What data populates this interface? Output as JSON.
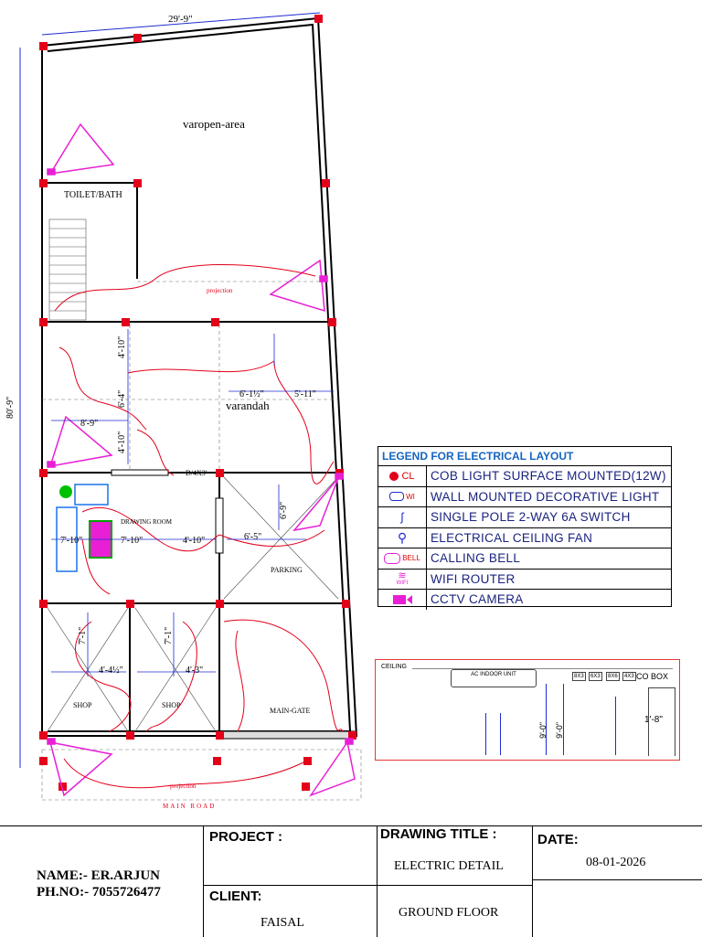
{
  "plan": {
    "width_dim": "29'-9\"",
    "height_dim": "80'-9\"",
    "rooms": {
      "open_area": "varopen-area",
      "toilet": "TOILET/BATH",
      "varandah": "varandah",
      "drawing_room": "DRAWING ROOM",
      "parking": "PARKING",
      "shop1": "SHOP",
      "shop2": "SHOP",
      "main_gate": "MAIN-GATE",
      "main_road": "MAIN ROAD",
      "projection_top": "projection",
      "projection_bottom": "projection"
    },
    "dims": {
      "d1": "4'-10\"",
      "d2": "6'-4\"",
      "d3": "4'-10\"",
      "d4": "8'-9\"",
      "d5": "6'-1½\"",
      "d6": "5'-11\"",
      "d7": "D/4X3'",
      "d8": "6'-9\"",
      "d9": "6'-5\"",
      "d10": "7'-10\"",
      "d11": "7'-10\"",
      "d12": "4'-10\"",
      "d13": "7'-1\"",
      "d14": "4'-4½\"",
      "d15": "7'-1\"",
      "d16": "4'-3\""
    }
  },
  "legend": {
    "title": "LEGEND FOR ELECTRICAL LAYOUT",
    "items": [
      {
        "icon": "cob-light-icon",
        "tag": "CL",
        "label": "COB LIGHT SURFACE MOUNTED(12W)"
      },
      {
        "icon": "wall-light-icon",
        "tag": "WI",
        "label": "WALL MOUNTED DECORATIVE LIGHT"
      },
      {
        "icon": "switch-icon",
        "tag": "",
        "label": "SINGLE POLE 2-WAY 6A SWITCH"
      },
      {
        "icon": "ceiling-fan-icon",
        "tag": "",
        "label": "ELECTRICAL CEILING FAN"
      },
      {
        "icon": "bell-icon",
        "tag": "BELL",
        "label": "CALLING BELL"
      },
      {
        "icon": "wifi-icon",
        "tag": "WIFI",
        "label": "WIFI ROUTER"
      },
      {
        "icon": "cctv-icon",
        "tag": "",
        "label": "CCTV CAMERA"
      }
    ]
  },
  "ac_detail": {
    "ceiling": "CEILING",
    "ac_unit": "AC INDOOR UNIT",
    "boxes": [
      "8X3",
      "6X3",
      "8X6",
      "4X3"
    ],
    "co_box": "CO BOX",
    "heights": [
      "9'-0\"",
      "9'-0\"",
      "1'-8\""
    ]
  },
  "title_block": {
    "name": "NAME:- ER.ARJUN",
    "phone": "PH.NO:- 7055726477",
    "project_label": "PROJECT :",
    "client_label": "CLIENT:",
    "client_value": "FAISAL",
    "drawing_title_label": "DRAWING TITLE :",
    "drawing_title_value": "ELECTRIC DETAIL",
    "floor": "GROUND FLOOR",
    "date_label": "DATE:",
    "date_value": "08-01-2026"
  },
  "colors": {
    "wall": "#000000",
    "column": "#e3001b",
    "wiring": "#e3001b",
    "camera": "#e81fd5",
    "dim": "#1f2bd1"
  }
}
